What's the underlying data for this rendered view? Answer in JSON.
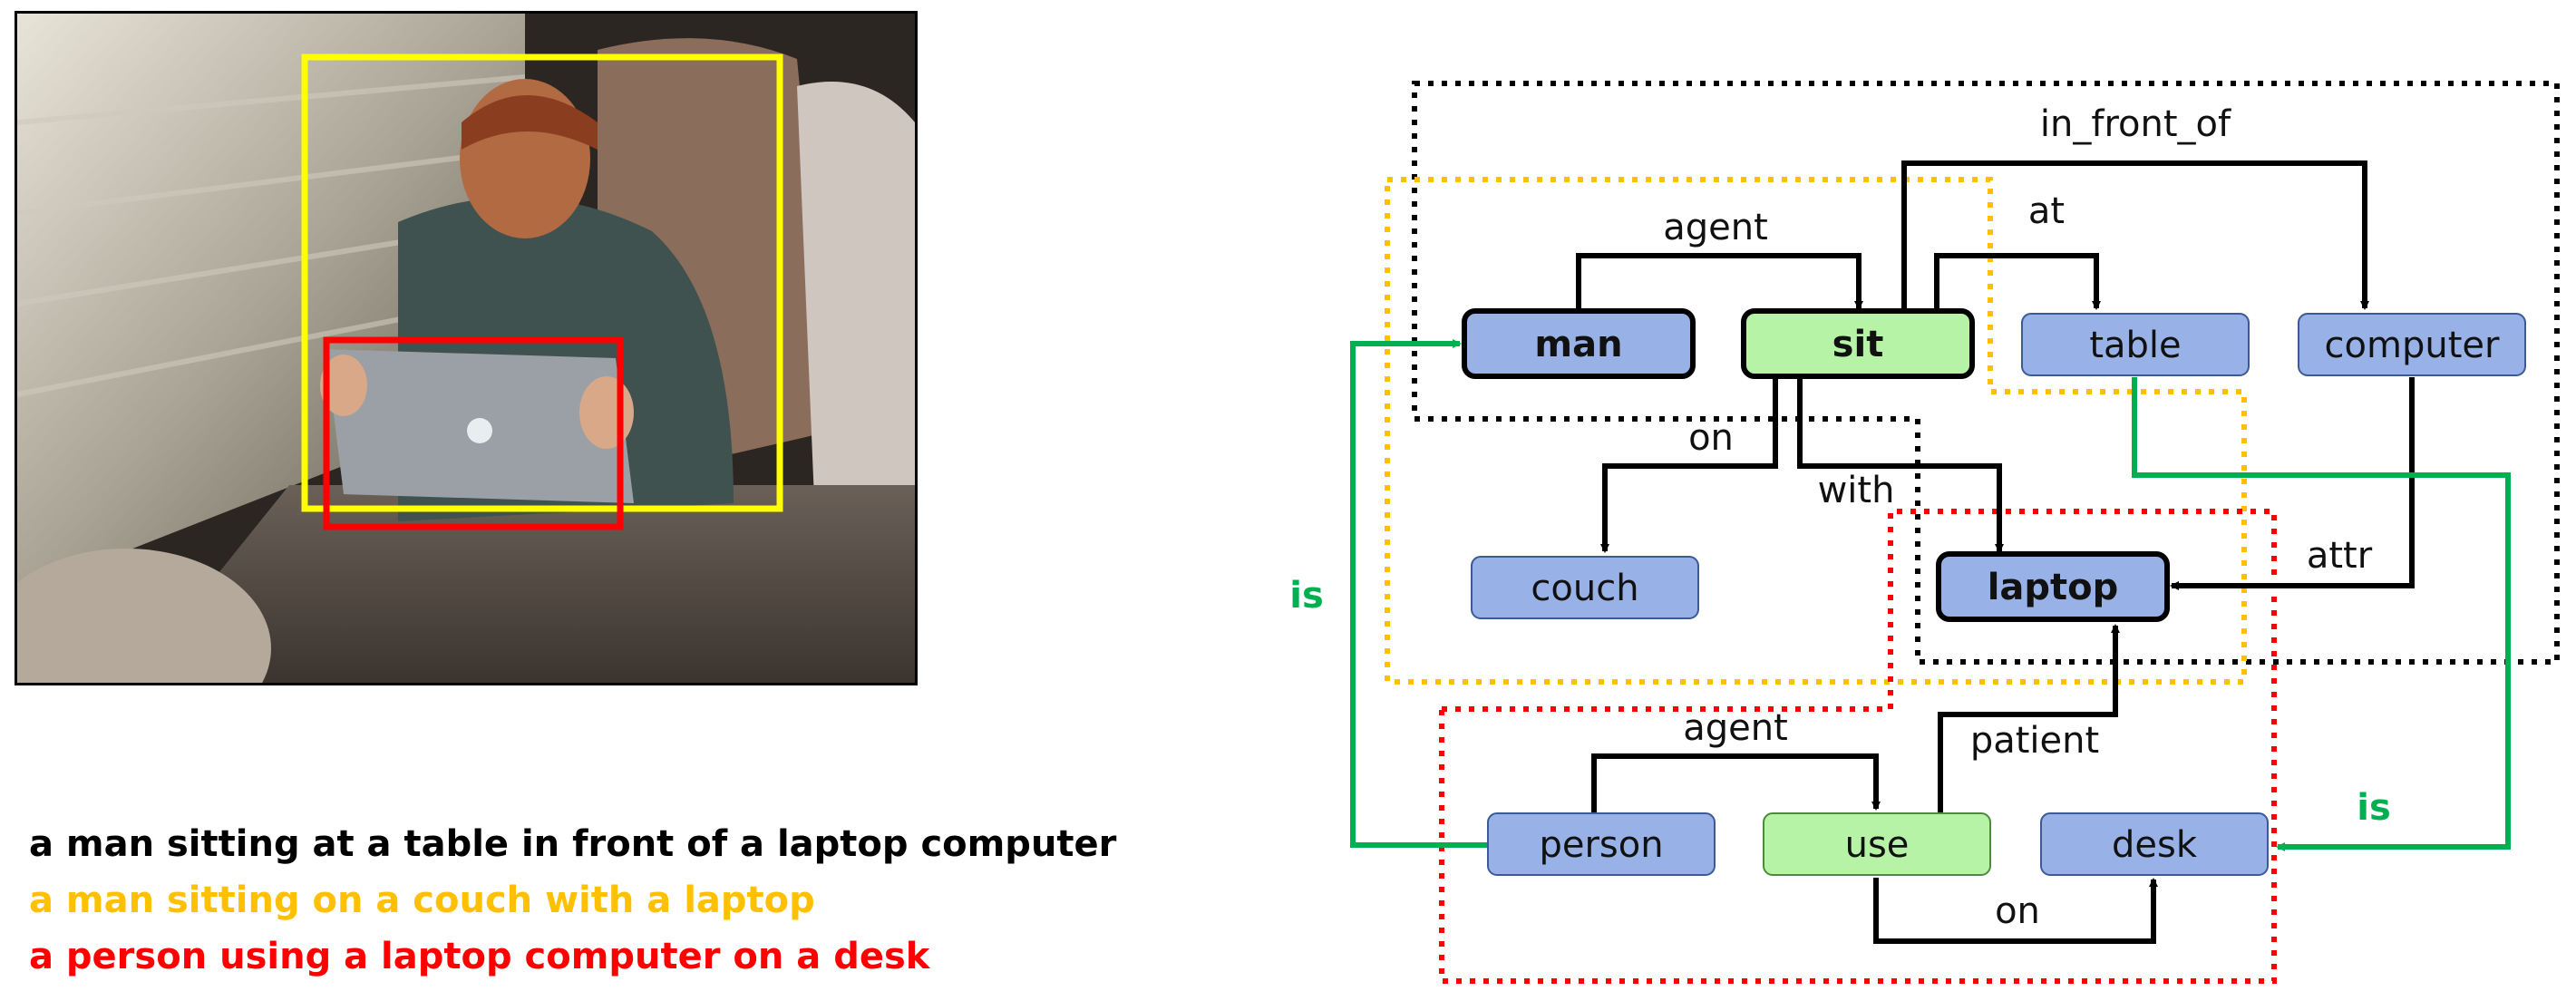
{
  "colors": {
    "black": "#000000",
    "yellow": "#ffc000",
    "red": "#ff0000",
    "green": "#00b050",
    "entity_fill": "#98b2e8",
    "predicate_fill": "#b6f3a6"
  },
  "captions": [
    {
      "text": "a man sitting at a table in front of a laptop computer",
      "color": "#000000"
    },
    {
      "text": "a man sitting on a couch with a laptop",
      "color": "#ffc000"
    },
    {
      "text": "a person using a laptop computer on a desk",
      "color": "#ff0000"
    }
  ],
  "nodes": {
    "man": "man",
    "sit": "sit",
    "table": "table",
    "computer": "computer",
    "couch": "couch",
    "laptop": "laptop",
    "person": "person",
    "use": "use",
    "desk": "desk"
  },
  "edges": {
    "in_front_of": "in_front_of",
    "agent_top": "agent",
    "at": "at",
    "on_top": "on",
    "with": "with",
    "attr": "attr",
    "agent_bottom": "agent",
    "patient": "patient",
    "on_bottom": "on",
    "is_left": "is",
    "is_right": "is"
  },
  "photo": {
    "description_icon": "photo-man-with-laptop"
  }
}
